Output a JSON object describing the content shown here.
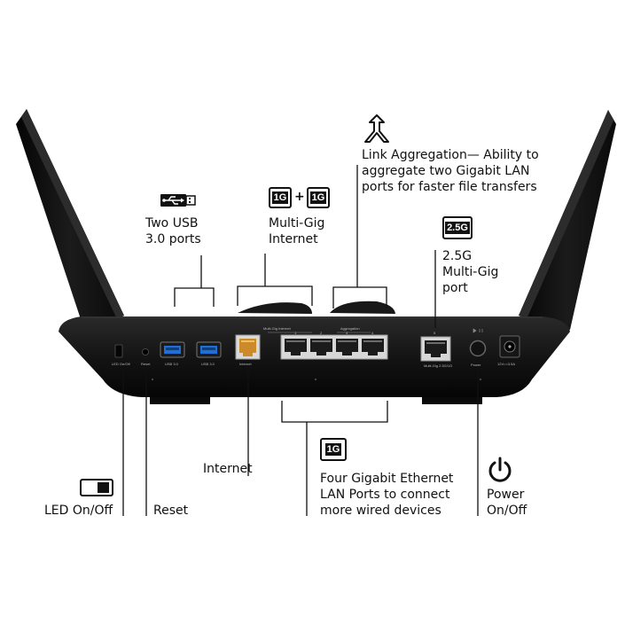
{
  "callouts": {
    "usb": "Two USB\n3.0 ports",
    "multigig_internet": "Multi-Gig\nInternet",
    "link_aggregation": "Link Aggregation— Ability to\naggregate two Gigabit LAN\nports for faster file transfers",
    "port_25g": "2.5G\nMulti-Gig\nport",
    "led": "LED On/Off",
    "reset": "Reset",
    "internet": "Internet",
    "lan": "Four Gigabit Ethernet\nLAN Ports to connect\nmore wired devices",
    "power": "Power\nOn/Off"
  },
  "badges": {
    "one_g": "1G",
    "plus": "+",
    "two_five_g": "2.5G"
  },
  "panel_labels": {
    "led_switch": "LED On/Off",
    "reset": "Reset",
    "usb1": "USB 3.0",
    "usb2": "USB 3.0",
    "internet": "Internet",
    "multigig_header": "Multi-Gig Internet",
    "aggregation_header": "Aggregation",
    "lan1": "1",
    "lan2": "2",
    "lan3": "3",
    "lan4": "4",
    "port5": "5",
    "port_25g": "Multi-Gig 2.5G/1G",
    "power": "Power",
    "dc_in": "12V==3.5A"
  }
}
